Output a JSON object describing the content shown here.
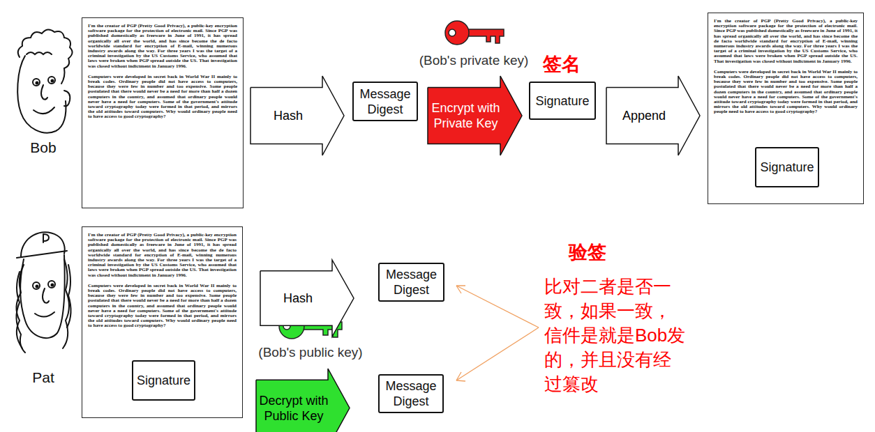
{
  "diagram": {
    "nodes": [
      {
        "text": [
          "I'm the creator of PGP (Pretty Good Privacy), a public-key encryption software package for the protection of electronic mail. Since PGP was published domestically as freeware in June of 1991, it has spread organically all over the world, and has since become the de facto worldwide standard for encryption of E-mail, winning numerous industry awards along the way. For three years I was the target of a criminal investigation by the US Customs Service, who assumed that laws were broken when PGP spread outside the US. That investigation was closed without indictment in January 1996.",
          "Computers were developed in secret back in World War II mainly to break codes. Ordinary people did not have access to computers, because they were few in number and too expensive. Some people postulated that there would never be a need for more than half a dozen computers in the country, and assumed that ordinary people would never have a need for computers. Some of the government's attitude toward cryptography today were formed in that period, and mirrors the old attitudes toward computers. Why would ordinary people need to have access to good cryptography?"
        ]
      },
      {
        "text": [
          "Hash"
        ]
      },
      {
        "text": [
          "Message Digest"
        ]
      },
      {
        "text": [
          "Encrypt with Private Key"
        ]
      },
      {
        "text": [
          "Signature"
        ]
      },
      {
        "text": [
          "Append"
        ]
      },
      {
        "text": [
          "I'm the creator of PGP (Pretty Good Privacy), a public-key encryption software package for the protection of electronic mail. Since PGP was published domestically as freeware in June of 1991, it has spread organically all over the world, and has since become the de facto worldwide standard for encryption of E-mail, winning numerous industry awards along the way. For three years I was the target of a criminal investigation by the US Customs Service, who assumed that laws were broken when PGP spread outside the US. That investigation was closed without indictment in January 1996.",
          "Computers were developed in secret back in World War II mainly to break codes. Ordinary people did not have access to computers, because they were few in number and too expensive. Some people postulated that there would never be a need for more than half a dozen computers in the country, and assumed that ordinary people would never have a need for computers. Some of the government's attitude toward cryptography today were formed in that period, and mirrors the old attitudes toward computers. Why would ordinary people need to have access to good cryptography?"
        ]
      },
      {
        "text": [
          "Signature"
        ],
        "in": 6
      },
      {
        "text": [
          "I'm the creator of PGP (Pretty Good Privacy), a public-key encryption software package for the protection of electronic mail. Since PGP was published domestically as freeware in June of 1991, it has spread organically all over the world, and has since become the de facto worldwide standard for encryption of E-mail, winning numerous industry awards along the way. For three years I was the target of a criminal investigation by the US Customs Service, who assumed that laws were broken when PGP spread outside the US. That investigation was closed without indictment in January 1996.",
          "Computers were developed in secret back in World War II mainly to break codes. Ordinary people did not have access to computers, because they were few in number and too expensive. Some people postulated that there would never be a need for more than half a dozen computers in the country, and assumed that ordinary people would never have a need for computers. Some of the government's attitude toward cryptography today were formed in that period, and mirrors the old attitudes toward computers. Why would ordinary people need to have access to good cryptography?"
        ]
      },
      {
        "text": [
          "Signature"
        ],
        "in": 8
      },
      {
        "text": [
          "Hash"
        ]
      },
      {
        "text": [
          "Message Digest"
        ]
      },
      {
        "text": [
          "Decrypt with Public Key"
        ]
      },
      {
        "text": [
          "Message Digest"
        ]
      }
    ],
    "labels": [
      "Bob",
      "(Bob's private key)",
      "签名",
      "Pat",
      "(Bob's public key)",
      "验签",
      "比对二者是否一致，如果一致，信件是就是Bob发的，并且没有经过篡改"
    ]
  }
}
